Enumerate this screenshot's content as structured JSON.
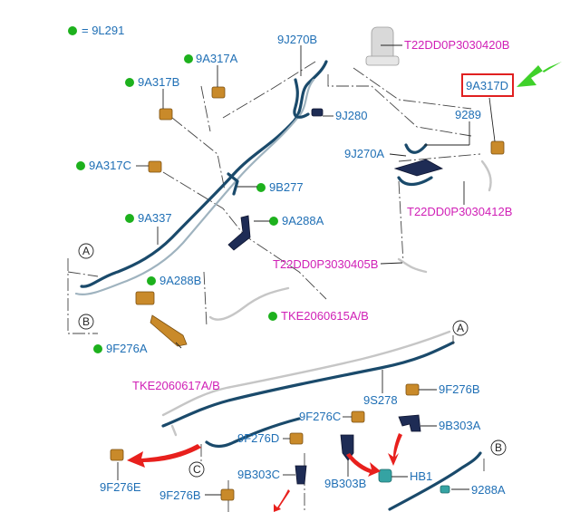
{
  "legend": {
    "symbol_label": "= 9L291",
    "dot_color": "#1db11d"
  },
  "labels": {
    "l_9j270b": "9J270B",
    "l_t22_420b": "T22DD0P3030420B",
    "l_9a317a": "9A317A",
    "l_9a317b": "9A317B",
    "l_9a317d": "9A317D",
    "l_9j280": "9J280",
    "l_9289": "9289",
    "l_9j270a": "9J270A",
    "l_9a317c": "9A317C",
    "l_9b277": "9B277",
    "l_t22_412b": "T22DD0P3030412B",
    "l_9a337": "9A337",
    "l_9a288a": "9A288A",
    "l_t22_405b": "T22DD0P3030405B",
    "l_9a288b": "9A288B",
    "l_tke615": "TKE2060615A/B",
    "l_9f276a": "9F276A",
    "l_tke617": "TKE2060617A/B",
    "l_9s278": "9S278",
    "l_9f276b_right": "9F276B",
    "l_9f276c": "9F276C",
    "l_9b303a": "9B303A",
    "l_9f276d": "9F276D",
    "l_9f276e": "9F276E",
    "l_9b303c": "9B303C",
    "l_9b303b": "9B303B",
    "l_hb1": "HB1",
    "l_9288a": "9288A",
    "l_9f276b_bottom": "9F276B"
  },
  "callouts": {
    "a_top": "A",
    "b_top": "B",
    "a_bottom": "A",
    "b_bottom": "B",
    "c_bottom": "C"
  },
  "colors": {
    "part_label": "#1f6fb5",
    "ref_label": "#d01fb6",
    "highlight_box": "#e02020",
    "pointer_arrow_green": "#3fd12a",
    "pointer_arrow_red": "#e8201d",
    "pipe": "#1a4a6b"
  },
  "highlighted_part": "9A317D"
}
